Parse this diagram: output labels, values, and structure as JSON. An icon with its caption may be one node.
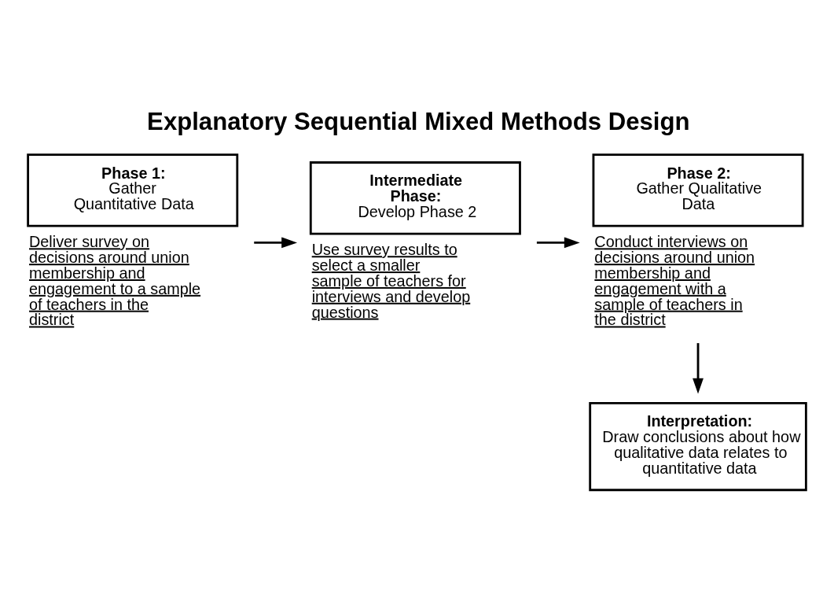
{
  "diagram": {
    "title": "Explanatory Sequential Mixed Methods Design",
    "nodes": [
      {
        "text": [
          "Phase 1:",
          "Gather Quantitative Data"
        ],
        "beside": [
          "Deliver survey on decisions around union membership and engagement to a sample of teachers in the district"
        ]
      },
      {
        "text": [
          "Intermediate Phase:",
          "Develop Phase 2"
        ],
        "beside": [
          "Use survey results to select a smaller sample of teachers for interviews and develop questions"
        ]
      },
      {
        "text": [
          "Phase 2:",
          "Gather Qualitative Data"
        ],
        "beside": [
          "Conduct interviews on decisions around union membership and engagement with a sample of teachers in the district"
        ]
      },
      {
        "text": [
          "Interpretation:",
          "Draw conclusions about how qualitative data relates to quantitative data"
        ]
      }
    ],
    "edges": [
      {
        "from": 0,
        "to": 1,
        "arrow": "to"
      },
      {
        "from": 1,
        "to": 2,
        "arrow": "to"
      },
      {
        "from": 2,
        "to": 3,
        "arrow": "to"
      }
    ]
  }
}
